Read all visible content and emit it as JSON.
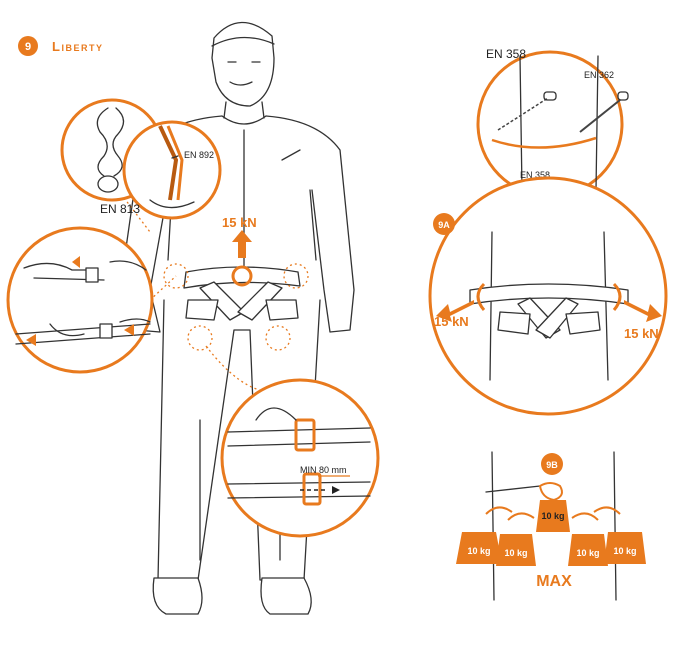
{
  "header": {
    "step_number": "9",
    "title": "Liberty"
  },
  "colors": {
    "accent": "#e87a1e",
    "outline": "#333333",
    "badge_text": "#ffffff"
  },
  "labels": {
    "en813": "EN 813",
    "en892": "EN 892",
    "en358_top": "EN 358",
    "en362": "EN 362",
    "en358_bottom": "EN 358",
    "min_length": "MIN 80 mm",
    "max": "MAX"
  },
  "forces": {
    "central": "15 kN",
    "left_9a": "15 kN",
    "right_9a": "15 kN"
  },
  "panels": {
    "side_attachment": "9A",
    "gear_loops": "9B"
  },
  "weights": [
    "10 kg",
    "10 kg",
    "10 kg",
    "10 kg",
    "10 kg"
  ]
}
